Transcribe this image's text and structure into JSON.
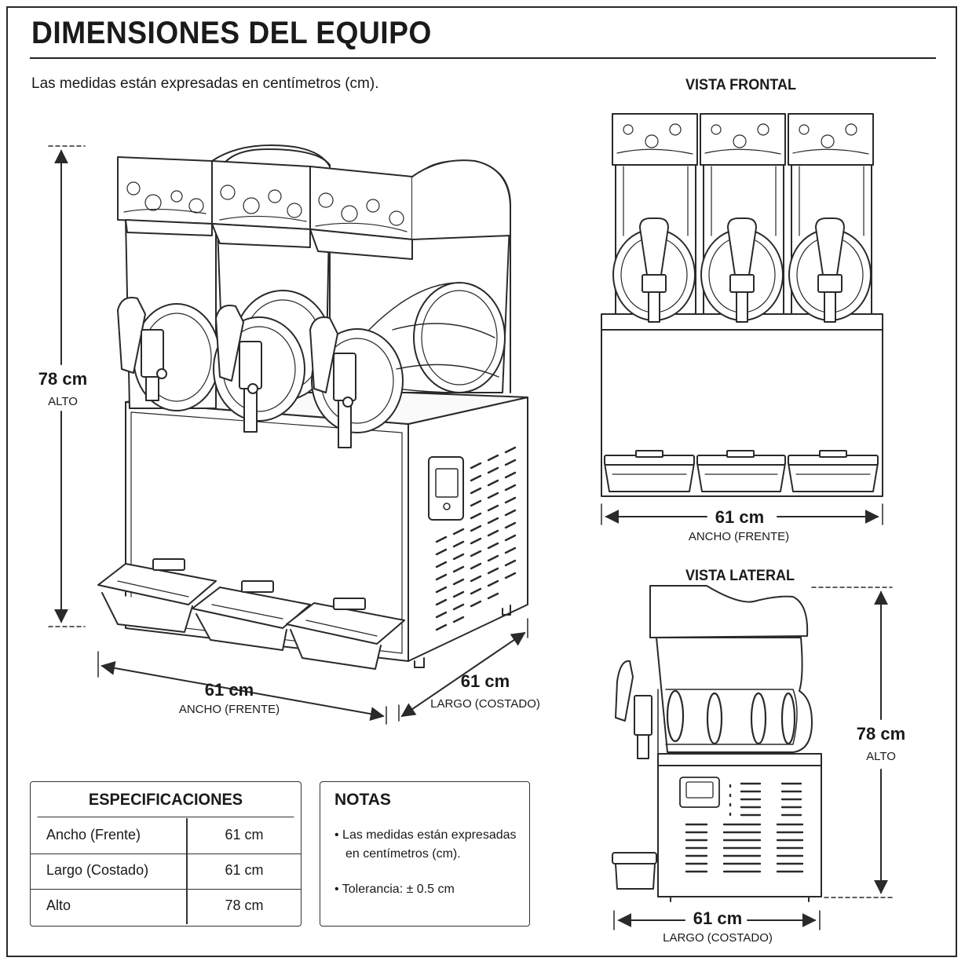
{
  "title": "DIMENSIONES DEL EQUIPO",
  "subtitle": "Las medidas están expresadas en centímetros (cm).",
  "main_view": {
    "height_value": "78 cm",
    "height_label": "ALTO",
    "width_value": "61 cm",
    "width_label": "ANCHO (FRENTE)",
    "depth_value": "61 cm",
    "depth_label": "LARGO (COSTADO)"
  },
  "front_view": {
    "title": "VISTA FRONTAL",
    "width_value": "61 cm",
    "width_label": "ANCHO (FRENTE)"
  },
  "side_view": {
    "title": "VISTA LATERAL",
    "height_value": "78 cm",
    "height_label": "ALTO",
    "depth_value": "61 cm",
    "depth_label": "LARGO (COSTADO)"
  },
  "specs": {
    "title": "ESPECIFICACIONES",
    "rows": [
      {
        "label": "Ancho (Frente)",
        "value": "61 cm"
      },
      {
        "label": "Largo (Costado)",
        "value": "61 cm"
      },
      {
        "label": "Alto",
        "value": "78 cm"
      }
    ]
  },
  "notes": {
    "title": "NOTAS",
    "items": [
      {
        "line1": "• Las medidas están expresadas",
        "line2": "en centímetros (cm)."
      },
      {
        "line1": "• Tolerancia: ± 0.5 cm"
      }
    ]
  }
}
